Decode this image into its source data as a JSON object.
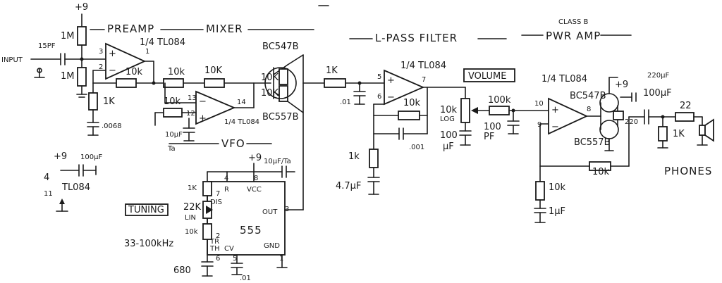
{
  "sections": {
    "preamp": "PREAMP",
    "mixer": "MIXER",
    "lpass": "L-PASS FILTER",
    "class_b_1": "CLASS B",
    "class_b_2": "PWR AMP",
    "vfo": "VFO",
    "tuning": "TUNING",
    "volume": "VOLUME",
    "phones": "PHONES",
    "input": "INPUT"
  },
  "ics": {
    "u1": "1/4 TL084",
    "u2": "1/4 TL084",
    "u3": "1/4 TL084",
    "u4": "1/4 TL084",
    "u_power": "TL084",
    "timer": "555"
  },
  "transistors": {
    "q1": "BC547B",
    "q2": "BC557B",
    "q3": "BC547B",
    "q4": "BC557B"
  },
  "components": {
    "vplus_pre": "+9",
    "r_1m_top": "1M",
    "r_1m_bot": "1M",
    "c_15pf": "15PF",
    "r_1k_pre": "1K",
    "c_0068": ".0068",
    "r_10k_fb": "10k",
    "r_10k_a": "10k",
    "r_10k_b": "10K",
    "r_10k_c": "10k",
    "r_10k_d": "10K",
    "r_10k_e": "10K",
    "c_10uf": "10μF",
    "c_10uf_note": "Ta",
    "r_1k_lp": "1K",
    "c_01": ".01",
    "r_10k_lp": "10k",
    "c_001": ".001",
    "r_1k_lp2": "1k",
    "c_47": "4.7μF",
    "vol_val": "10k",
    "vol_log": "LOG",
    "c_100uf": "100",
    "c_100uf_u": "μF",
    "r_100k": "100k",
    "c_100pf": "100",
    "c_100pf_u": "PF",
    "vplus_amp": "+9",
    "c_220uf": "220μF",
    "c_100mf": "100μF",
    "r_22": "22",
    "r_1k_out": "1K",
    "r_220": "220",
    "r_10k_amp": "10k",
    "r_10k_gnd": "10k",
    "c_1uf": "1μF",
    "vplus_pwr": "+9",
    "c_100uf_pwr": "100μF",
    "pin4": "4",
    "pin11": "11",
    "vplus_555": "+9",
    "c_10uf_ta": "10μF/Ta",
    "r_1k_555": "1K",
    "r_22k": "22K",
    "r_22k_lin": "LIN",
    "r_10k_555": "10k",
    "freq": "33-100kHz",
    "c_680": "680",
    "c_01_555": ".01"
  },
  "pins": {
    "p3": "3",
    "p2": "2",
    "p1": "1",
    "p13": "13",
    "p12": "12",
    "p14": "14",
    "p5": "5",
    "p6": "6",
    "p7": "7",
    "p10": "10",
    "p9": "9",
    "p8": "8",
    "t4": "4",
    "t8": "8",
    "t7": "7",
    "t2": "2",
    "t6": "6",
    "t5": "5",
    "t1": "1",
    "t3": "3",
    "t_r": "R",
    "t_vcc": "VCC",
    "t_dis": "DIS",
    "t_tr": "TR",
    "t_th": "TH",
    "t_cv": "CV",
    "t_gnd": "GND",
    "t_out": "OUT"
  }
}
